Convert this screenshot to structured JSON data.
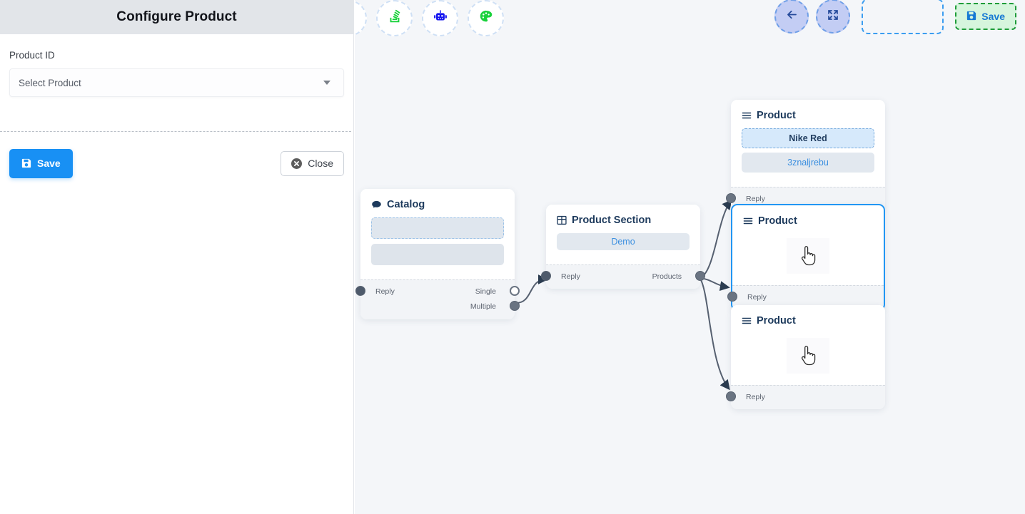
{
  "sidebar": {
    "title": "Configure Product",
    "field_label": "Product ID",
    "select": {
      "value": "Select Product",
      "placeholder": "Select Product"
    },
    "save_label": "Save",
    "close_label": "Close",
    "icons": {
      "save": "floppy-disk-icon",
      "close": "x-circle-icon",
      "caret": "chevron-down-icon"
    }
  },
  "toolbar": {
    "left_tools": [
      {
        "name": "partial-tool",
        "icon": "circle-tool-icon"
      },
      {
        "name": "stack-upload-tool",
        "icon": "stack-green-icon"
      },
      {
        "name": "bot-tool",
        "icon": "robot-blue-icon"
      },
      {
        "name": "theme-tool",
        "icon": "palette-green-icon"
      }
    ],
    "back_icon": "arrow-left-icon",
    "fullscreen_icon": "compress-icon",
    "ghost_slot": "",
    "save_label": "Save",
    "save_icon": "floppy-disk-icon"
  },
  "canvas": {
    "nodes": [
      {
        "id": "catalog",
        "title": "Catalog",
        "icon": "comment-icon",
        "chips": [],
        "ports_in": [
          "Reply"
        ],
        "ports_out": [
          "Single",
          "Multiple"
        ]
      },
      {
        "id": "product-section",
        "title": "Product Section",
        "icon": "table-grid-icon",
        "chips": [
          {
            "text": "Demo",
            "style": "grey"
          }
        ],
        "ports_in": [
          "Reply"
        ],
        "ports_out": [
          "Products"
        ]
      },
      {
        "id": "product-1",
        "title": "Product",
        "icon": "list-bars-icon",
        "chips": [
          {
            "text": "Nike Red",
            "style": "dashed"
          },
          {
            "text": "3znaljrebu",
            "style": "grey"
          }
        ],
        "ports_in": [
          "Reply"
        ],
        "ports_out": []
      },
      {
        "id": "product-2",
        "title": "Product",
        "icon": "list-bars-icon",
        "chips": [],
        "ports_in": [
          "Reply"
        ],
        "ports_out": [],
        "selected": true,
        "placeholder_icon": "hand-pointer-icon"
      },
      {
        "id": "product-3",
        "title": "Product",
        "icon": "list-bars-icon",
        "chips": [],
        "ports_in": [
          "Reply"
        ],
        "ports_out": [],
        "placeholder_icon": "hand-pointer-icon"
      }
    ]
  },
  "colors": {
    "accent_blue": "#1890f4",
    "selected_border": "#2196f3",
    "canvas_bg": "#f4f6f9",
    "header_bg": "#e2e5e9",
    "chip_dashed_bg": "#d6e9fb",
    "chip_grey_bg": "#e2e8ef",
    "save_green_bg": "#d6f5dd",
    "save_green_border": "#1f9c3a",
    "port_grey": "#6a7482",
    "edge_color": "#566070"
  }
}
